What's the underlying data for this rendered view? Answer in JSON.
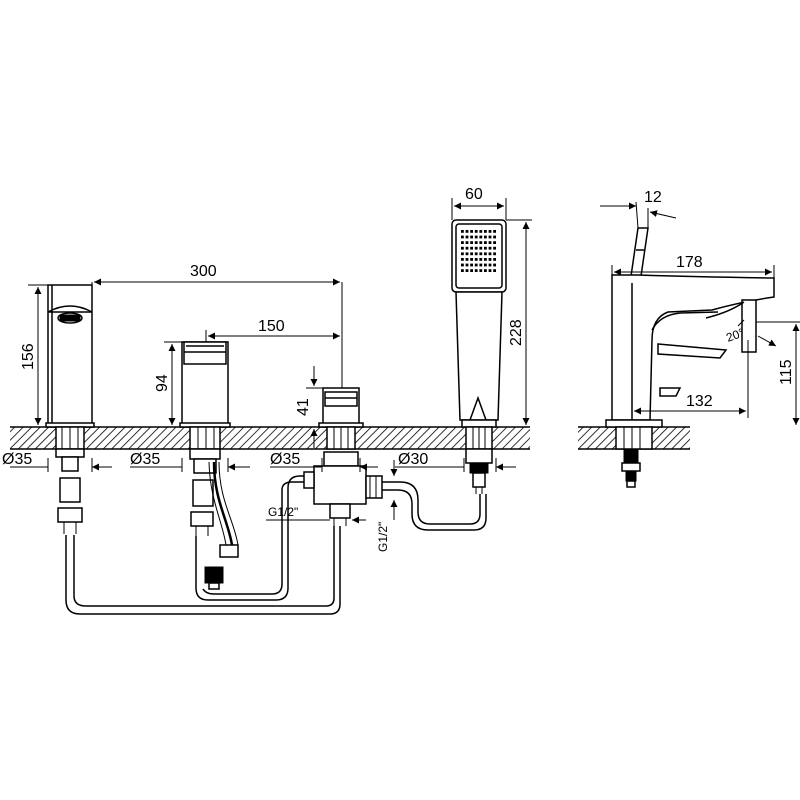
{
  "dimensions": {
    "overall_span": "300",
    "mixer_spacing": "150",
    "spout_height": "156",
    "mixer_height": "94",
    "diverter_height": "41",
    "handshower_width": "60",
    "handshower_length": "228",
    "side_spout_projection": "178",
    "side_handle_thickness": "12",
    "side_body_height": "115",
    "side_base_depth": "132",
    "spout_angle": "20°",
    "hole_spout": "Ø35",
    "hole_mixer": "Ø35",
    "hole_diverter": "Ø35",
    "hole_handshower": "Ø30",
    "thread_horizontal": "G1/2\"",
    "thread_vertical": "G1/2\""
  }
}
